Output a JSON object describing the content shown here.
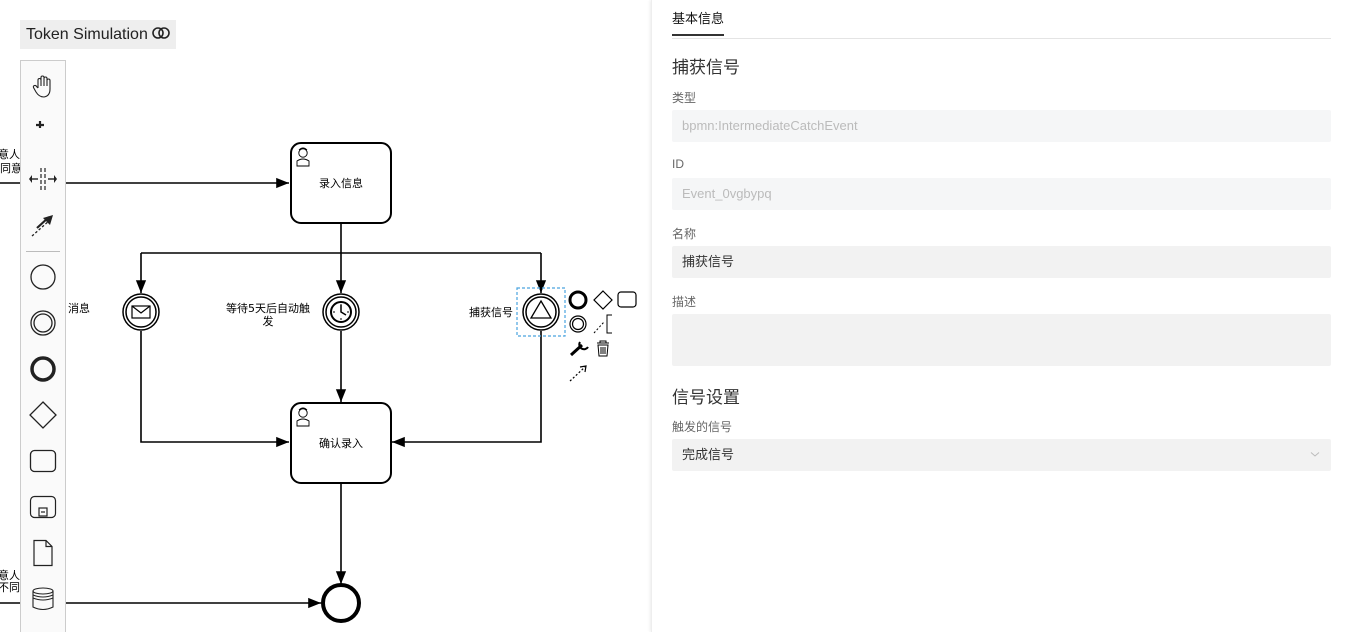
{
  "modeler": {
    "token_simulation_label": "Token Simulation",
    "palette_tools": [
      {
        "name": "hand-tool-icon"
      },
      {
        "name": "lasso-tool-icon"
      },
      {
        "name": "space-tool-icon"
      },
      {
        "name": "global-connect-tool-icon"
      },
      {
        "name": "start-event-icon"
      },
      {
        "name": "intermediate-event-icon"
      },
      {
        "name": "end-event-icon"
      },
      {
        "name": "gateway-icon"
      },
      {
        "name": "task-icon"
      },
      {
        "name": "subprocess-icon"
      },
      {
        "name": "data-object-icon"
      },
      {
        "name": "data-store-icon"
      }
    ]
  },
  "diagram": {
    "tasks": {
      "enter_info": "录入信息",
      "confirm_entry": "确认录入"
    },
    "events": {
      "message_label": "消息",
      "timer_label_line1": "等待5天后自动触",
      "timer_label_line2": "发",
      "signal_label": "捕获信号"
    },
    "flow_labels": {
      "top_line1": "意人数",
      "top_line2": "同意",
      "bottom_line1": "意人数",
      "bottom_line2": "不同意"
    },
    "context_pad": [
      "append-end-event-icon",
      "append-gateway-icon",
      "append-task-icon",
      "append-intermediate-event-icon",
      "append-text-annotation-icon",
      "change-type-wrench-icon",
      "delete-trash-icon",
      "connect-arrow-icon"
    ]
  },
  "properties": {
    "tab": "基本信息",
    "section1_title": "捕获信号",
    "type_label": "类型",
    "type_value": "bpmn:IntermediateCatchEvent",
    "id_label": "ID",
    "id_value": "Event_0vgbypq",
    "name_label": "名称",
    "name_value": "捕获信号",
    "desc_label": "描述",
    "desc_value": "",
    "section2_title": "信号设置",
    "signal_label": "触发的信号",
    "signal_value": "完成信号"
  }
}
